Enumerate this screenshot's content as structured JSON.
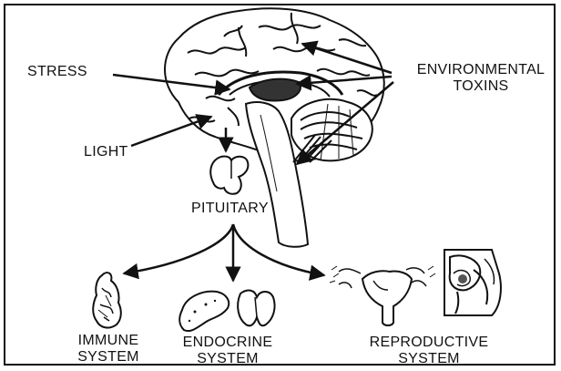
{
  "labels": {
    "stress": "STRESS",
    "light": "LIGHT",
    "environmental_toxins": {
      "line1": "ENVIRONMENTAL",
      "line2": "TOXINS"
    },
    "pituitary": "PITUITARY",
    "immune_system": {
      "line1": "IMMUNE",
      "line2": "SYSTEM"
    },
    "endocrine_system": {
      "line1": "ENDOCRINE",
      "line2": "SYSTEM"
    },
    "reproductive_system": {
      "line1": "REPRODUCTIVE",
      "line2": "SYSTEM"
    }
  },
  "icons": {
    "brain": "brain-icon",
    "pituitary": "pituitary-gland-icon",
    "immune": "immune-organ-icon",
    "endocrine": "pancreas-thyroid-icon",
    "reproductive": "reproductive-organs-icon"
  },
  "colors": {
    "ink": "#111111",
    "background": "#ffffff",
    "shading": "#555555"
  }
}
